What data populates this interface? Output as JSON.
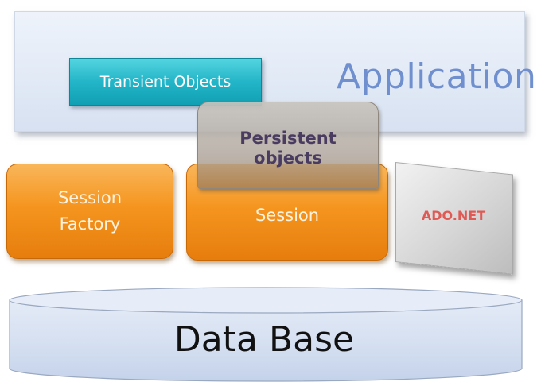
{
  "application": {
    "title": "Application",
    "transient_label": "Transient Objects"
  },
  "session_factory": {
    "line1": "Session",
    "line2": "Factory"
  },
  "session": {
    "label": "Session"
  },
  "persistent": {
    "line1": "Persistent",
    "line2": "objects"
  },
  "ado": {
    "label": "ADO.NET"
  },
  "database": {
    "label": "Data Base"
  },
  "colors": {
    "application_text": "#6f8fce",
    "transient_fill": "#23b5c8",
    "orange_fill": "#f5951f",
    "persistent_text": "#4a3b60",
    "ado_text": "#e05a55",
    "database_fill": "#d8e2f2"
  }
}
